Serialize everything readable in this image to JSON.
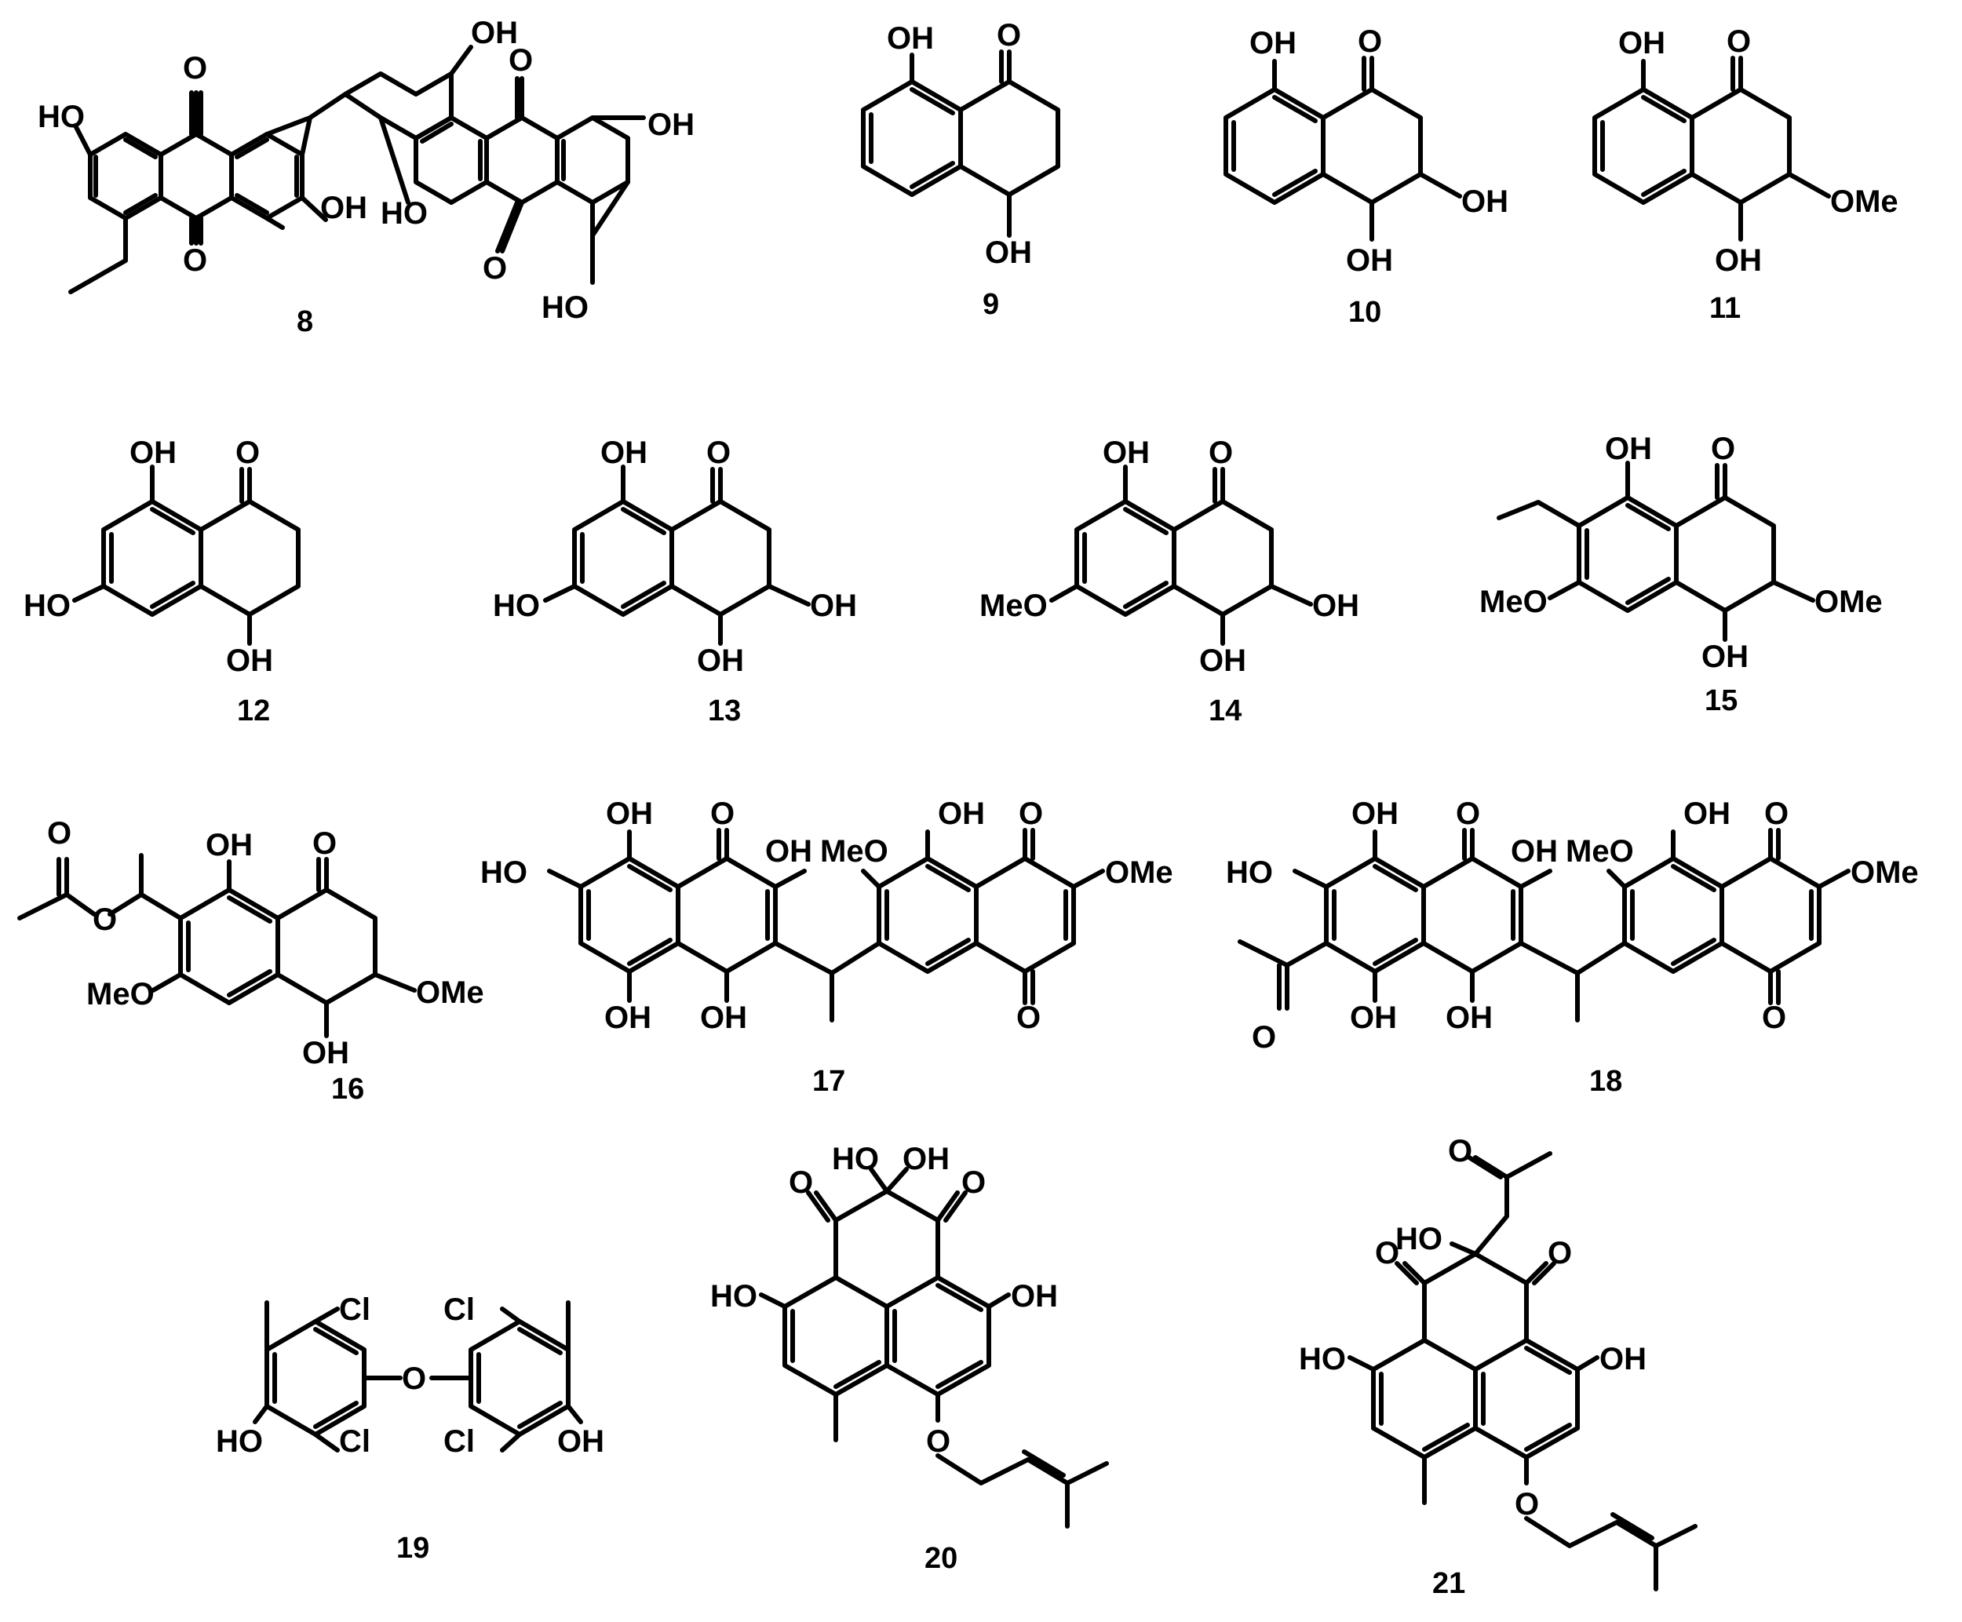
{
  "figure": {
    "compounds": [
      {
        "id": "8",
        "label": "8",
        "atoms": [
          "HO",
          "O",
          "O",
          "OH",
          "OH",
          "HO",
          "O",
          "O",
          "OH",
          "HO"
        ]
      },
      {
        "id": "9",
        "label": "9",
        "atoms": [
          "OH",
          "O",
          "OH"
        ]
      },
      {
        "id": "10",
        "label": "10",
        "atoms": [
          "OH",
          "O",
          "OH",
          "OH"
        ]
      },
      {
        "id": "11",
        "label": "11",
        "atoms": [
          "OH",
          "O",
          "OMe",
          "OH"
        ]
      },
      {
        "id": "12",
        "label": "12",
        "atoms": [
          "OH",
          "O",
          "HO",
          "OH"
        ]
      },
      {
        "id": "13",
        "label": "13",
        "atoms": [
          "OH",
          "O",
          "HO",
          "OH",
          "OH"
        ]
      },
      {
        "id": "14",
        "label": "14",
        "atoms": [
          "OH",
          "O",
          "MeO",
          "OH",
          "OH"
        ]
      },
      {
        "id": "15",
        "label": "15",
        "atoms": [
          "OH",
          "O",
          "MeO",
          "OMe",
          "OH"
        ]
      },
      {
        "id": "16",
        "label": "16",
        "atoms": [
          "O",
          "O",
          "OH",
          "O",
          "MeO",
          "OMe",
          "OH"
        ]
      },
      {
        "id": "17",
        "label": "17",
        "atoms": [
          "OH",
          "O",
          "OH",
          "MeO",
          "OH",
          "O",
          "HO",
          "OMe",
          "OH",
          "OH",
          "O"
        ]
      },
      {
        "id": "18",
        "label": "18",
        "atoms": [
          "OH",
          "O",
          "OH",
          "MeO",
          "OH",
          "O",
          "HO",
          "OMe",
          "O",
          "OH",
          "OH",
          "O"
        ]
      },
      {
        "id": "19",
        "label": "19",
        "atoms": [
          "Cl",
          "Cl",
          "O",
          "HO",
          "Cl",
          "Cl",
          "OH"
        ]
      },
      {
        "id": "20",
        "label": "20",
        "atoms": [
          "HO",
          "OH",
          "O",
          "O",
          "HO",
          "OH",
          "O"
        ]
      },
      {
        "id": "21",
        "label": "21",
        "atoms": [
          "O",
          "HO",
          "O",
          "O",
          "HO",
          "OH",
          "O"
        ]
      }
    ]
  }
}
